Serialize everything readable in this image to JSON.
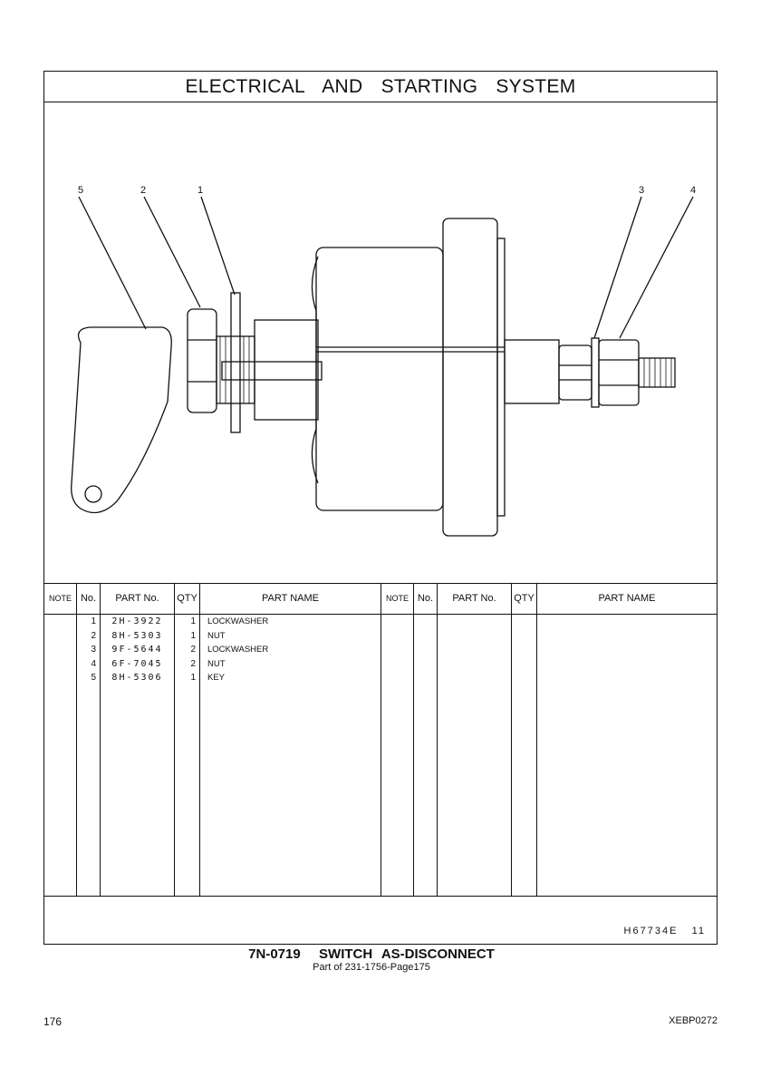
{
  "title": "ELECTRICAL AND STARTING SYSTEM",
  "callouts": [
    "5",
    "2",
    "1",
    "3",
    "4"
  ],
  "table": {
    "headers": {
      "note": "NOTE",
      "no": "No.",
      "part_no": "PART No.",
      "qty": "QTY",
      "part_name": "PART NAME"
    },
    "rows": [
      {
        "no": "1",
        "part_no": "2H-3922",
        "qty": "1",
        "part_name": "LOCKWASHER"
      },
      {
        "no": "2",
        "part_no": "8H-5303",
        "qty": "1",
        "part_name": "NUT"
      },
      {
        "no": "3",
        "part_no": "9F-5644",
        "qty": "2",
        "part_name": "LOCKWASHER"
      },
      {
        "no": "4",
        "part_no": "6F-7045",
        "qty": "2",
        "part_name": "NUT"
      },
      {
        "no": "5",
        "part_no": "8H-5306",
        "qty": "1",
        "part_name": "KEY"
      }
    ]
  },
  "illustration_code": "H67734E",
  "illustration_index": "11",
  "caption": {
    "title": "7N-0719  SWITCH AS-DISCONNECT",
    "subtitle": "Part of 231-1756-Page175"
  },
  "page_number": "176",
  "document_code": "XEBP0272"
}
